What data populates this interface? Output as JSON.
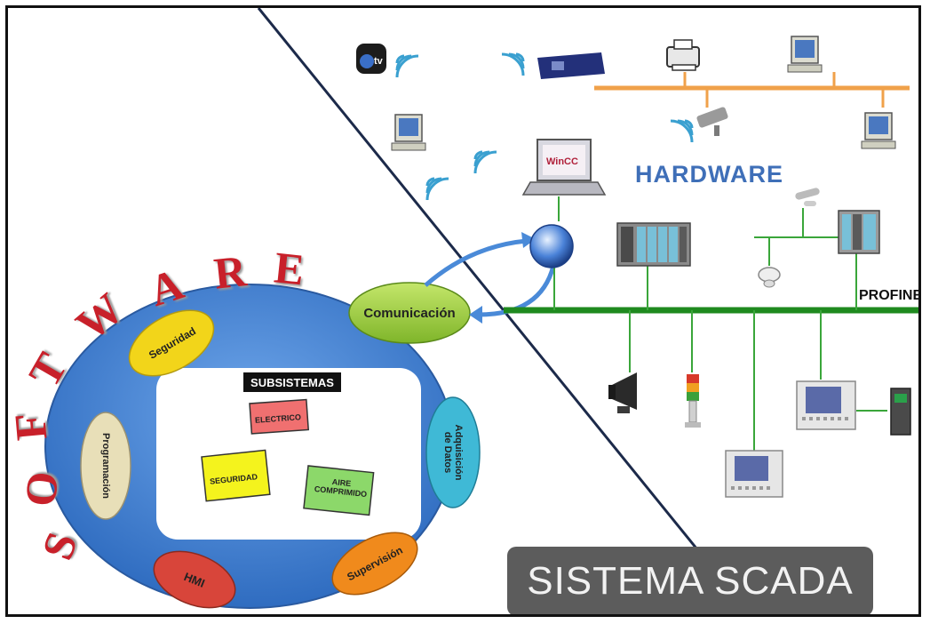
{
  "title": "SISTEMA SCADA",
  "hardware_label": "HARDWARE",
  "software_word": [
    "S",
    "O",
    "F",
    "T",
    "W",
    "A",
    "R",
    "E"
  ],
  "profinet_label": "PROFINET",
  "subsystems": {
    "title": "SUBSISTEMAS",
    "electrico": "ELECTRICO",
    "seguridad": "SEGURIDAD",
    "aire_line1": "AIRE",
    "aire_line2": "COMPRIMIDO"
  },
  "ring_items": {
    "seguridad": "Seguridad",
    "programacion": "Programación",
    "hmi": "HMI",
    "supervision": "Supervisión",
    "adquisicion_line1": "Adquisición",
    "adquisicion_line2": "de Datos",
    "comunicacion": "Comunicación"
  },
  "devices": {
    "appletv_label": "tv",
    "wincc_label": "WinCC"
  },
  "colors": {
    "ring_blue": "#3f7fd0",
    "yellow": "#f2d51a",
    "orange": "#f08a1c",
    "red": "#d8453a",
    "green_pill": "#9bcf3a",
    "profinet_green": "#1f8a1f",
    "ethernet_orange": "#f0a14a",
    "software_red": "#c8202a",
    "hardware_blue": "#3f6fb8"
  },
  "icons": [
    "apple-tv-icon",
    "wifi-icon",
    "router-icon",
    "printer-icon",
    "computer-icon",
    "camera-icon",
    "laptop-icon",
    "globe-icon",
    "plc-icon",
    "sensor-icon",
    "smoke-detector-icon",
    "horn-icon",
    "signal-tower-icon",
    "hmi-panel-icon",
    "io-module-icon"
  ]
}
